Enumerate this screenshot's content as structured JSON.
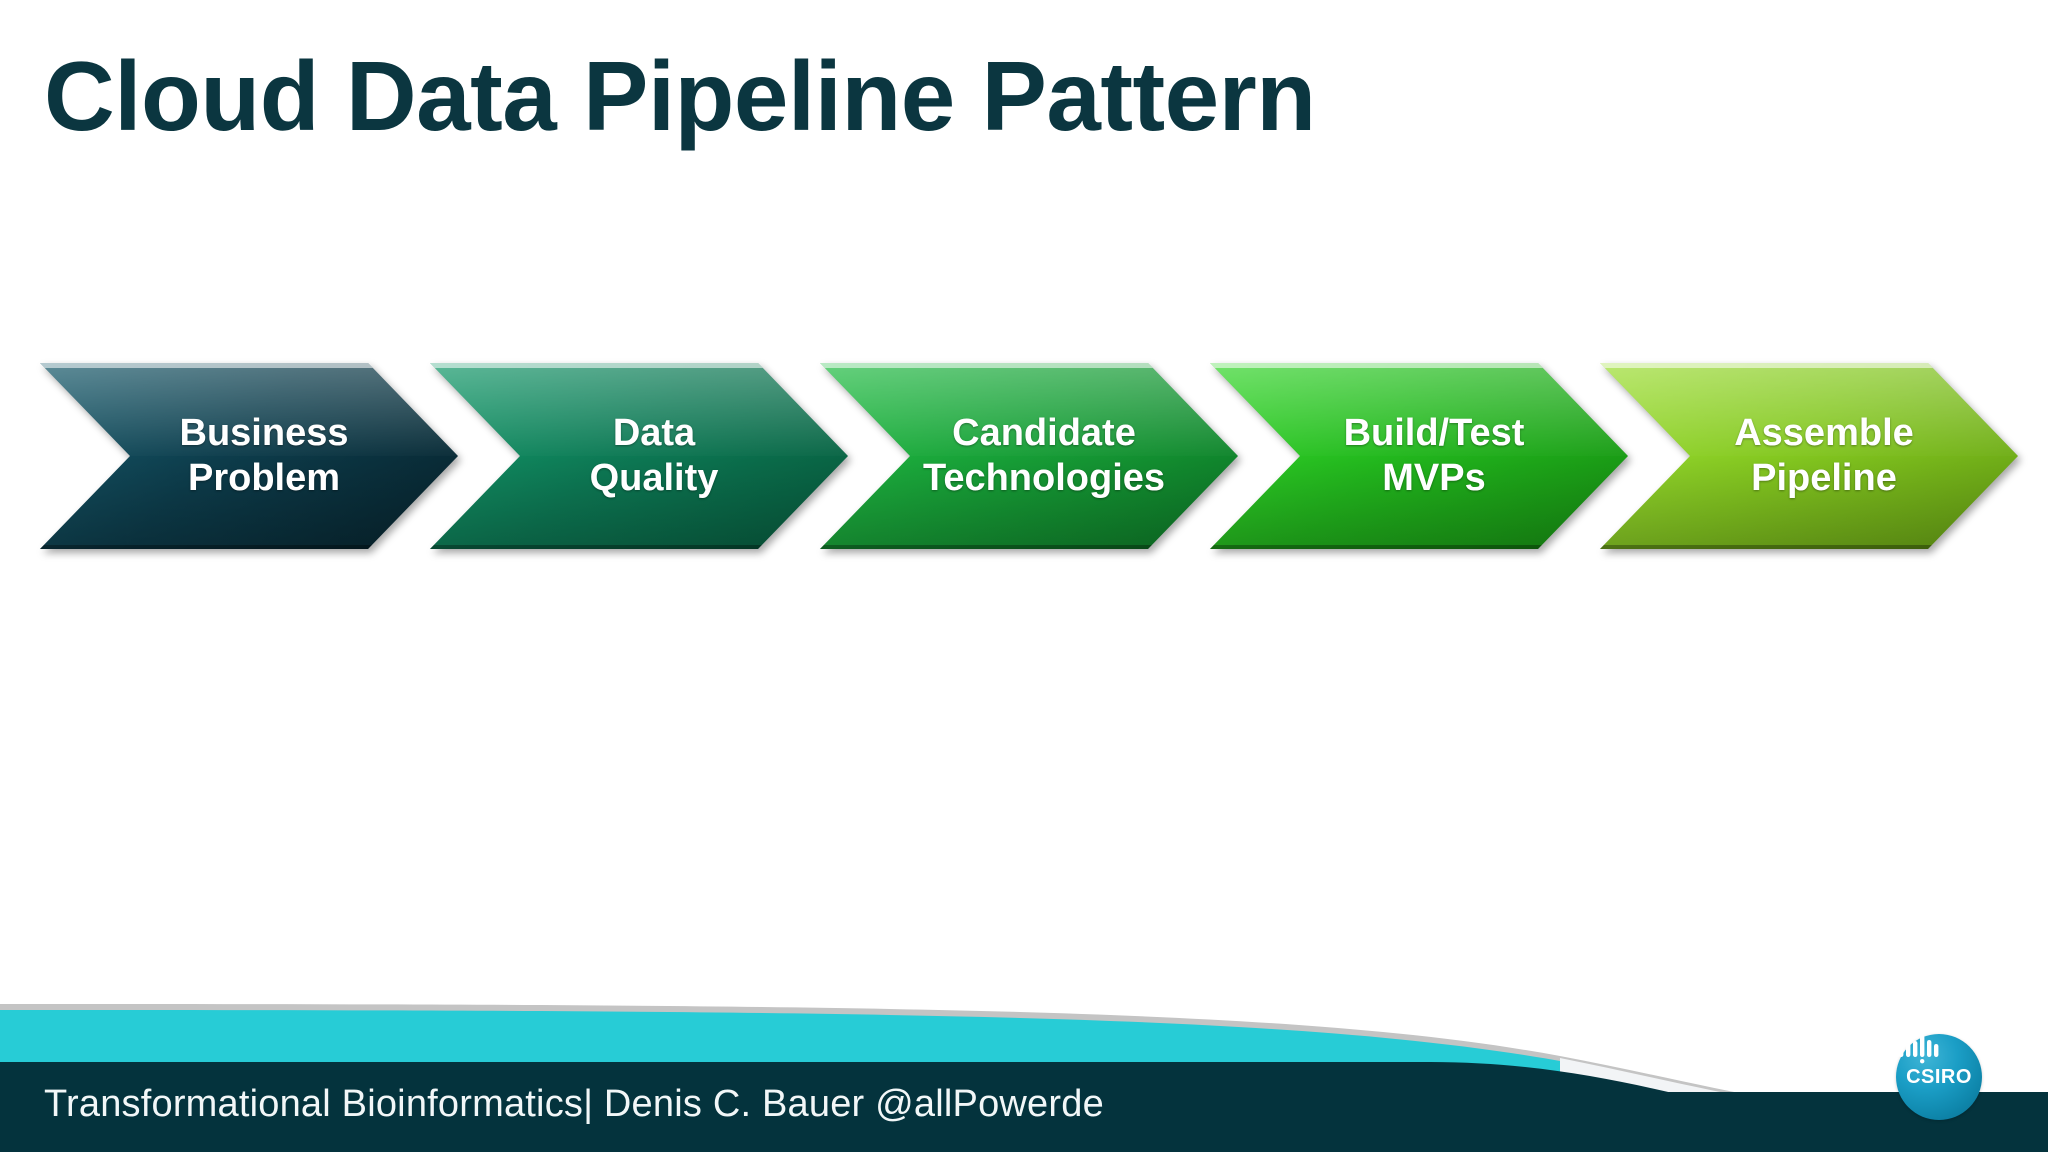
{
  "slide": {
    "title": "Cloud Data Pipeline Pattern",
    "background_color": "#ffffff",
    "title_color": "#0b3640"
  },
  "process": {
    "name": "cloud-data-pipeline-stages",
    "steps": [
      {
        "index": 1,
        "label": "Business\nProblem",
        "line1": "Business",
        "line2": "Problem",
        "color": "#0d3d4c",
        "color_light": "#175a6b",
        "color_dark": "#07242e"
      },
      {
        "index": 2,
        "label": "Data\nQuality",
        "line1": "Data",
        "line2": "Quality",
        "color": "#0d7a55",
        "color_light": "#14996a",
        "color_dark": "#075c3e"
      },
      {
        "index": 3,
        "label": "Candidate\nTechnologies",
        "line1": "Candidate",
        "line2": "Technologies",
        "color": "#17a037",
        "color_light": "#23bd45",
        "color_dark": "#0d7a28"
      },
      {
        "index": 4,
        "label": "Build/Test\nMVPs",
        "line1": "Build/Test",
        "line2": "MVPs",
        "color": "#22b81d",
        "color_light": "#35d62b",
        "color_dark": "#179113"
      },
      {
        "index": 5,
        "label": "Assemble\nPipeline",
        "line1": "Assemble",
        "line2": "Pipeline",
        "color": "#84c820",
        "color_light": "#9ddd34",
        "color_dark": "#68a314"
      }
    ]
  },
  "footer": {
    "text": "Transformational Bioinformatics| Denis C. Bauer @allPowerde",
    "band_cyan": "#27ccd6",
    "band_dark": "#04333d",
    "band_grey": "#c4c4c4",
    "logo": {
      "name": "csiro-logo",
      "word": "CSIRO",
      "circle_color": "#1b9ec6"
    }
  }
}
